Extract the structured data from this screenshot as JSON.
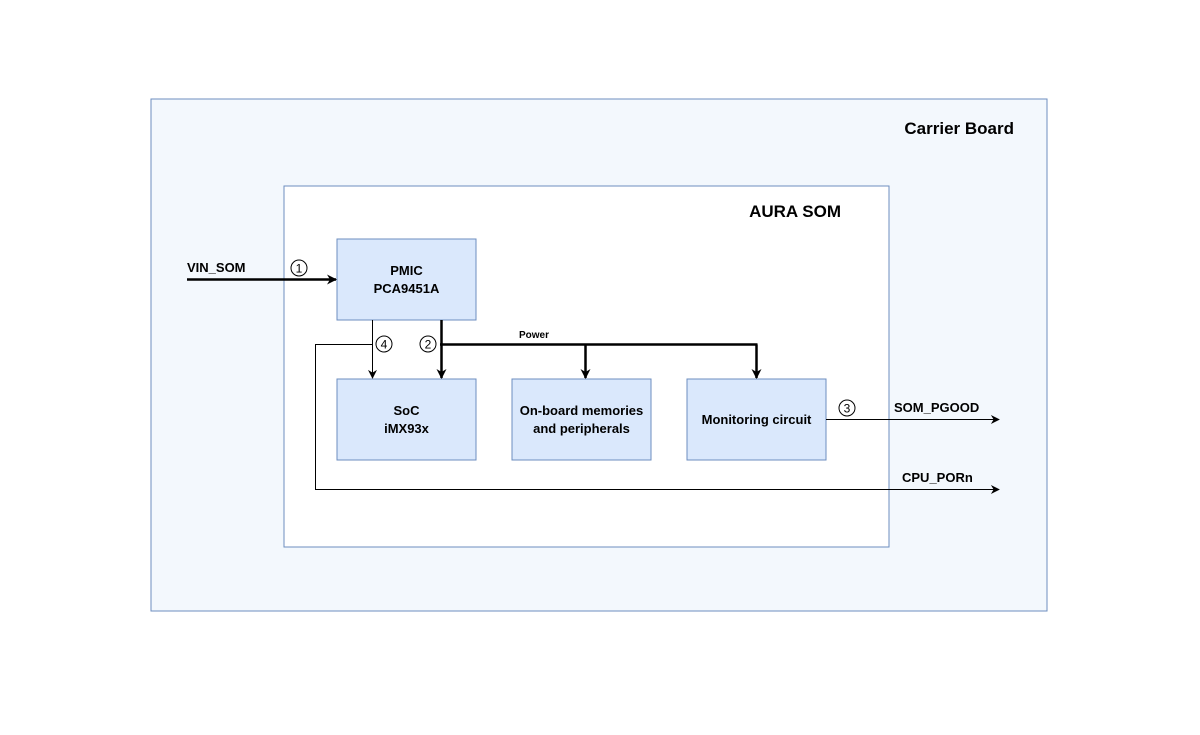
{
  "carrier_board": {
    "title": "Carrier Board"
  },
  "som": {
    "title": "AURA SOM"
  },
  "blocks": {
    "pmic": {
      "line1": "PMIC",
      "line2": "PCA9451A"
    },
    "soc": {
      "line1": "SoC",
      "line2": "iMX93x"
    },
    "memories": {
      "line1": "On-board memories",
      "line2": "and peripherals"
    },
    "monitoring": {
      "line1": "Monitoring circuit"
    }
  },
  "signals": {
    "vin": "VIN_SOM",
    "power": "Power",
    "som_pgood": "SOM_PGOOD",
    "cpu_porn": "CPU_PORn"
  },
  "steps": [
    "1",
    "2",
    "3",
    "4"
  ],
  "colors": {
    "carrier_fill": "#f3f8fd",
    "carrier_stroke": "#6c8ebf",
    "som_fill": "#ffffff",
    "block_fill": "#dae8fc",
    "block_stroke": "#6c8ebf",
    "line": "#000000"
  }
}
